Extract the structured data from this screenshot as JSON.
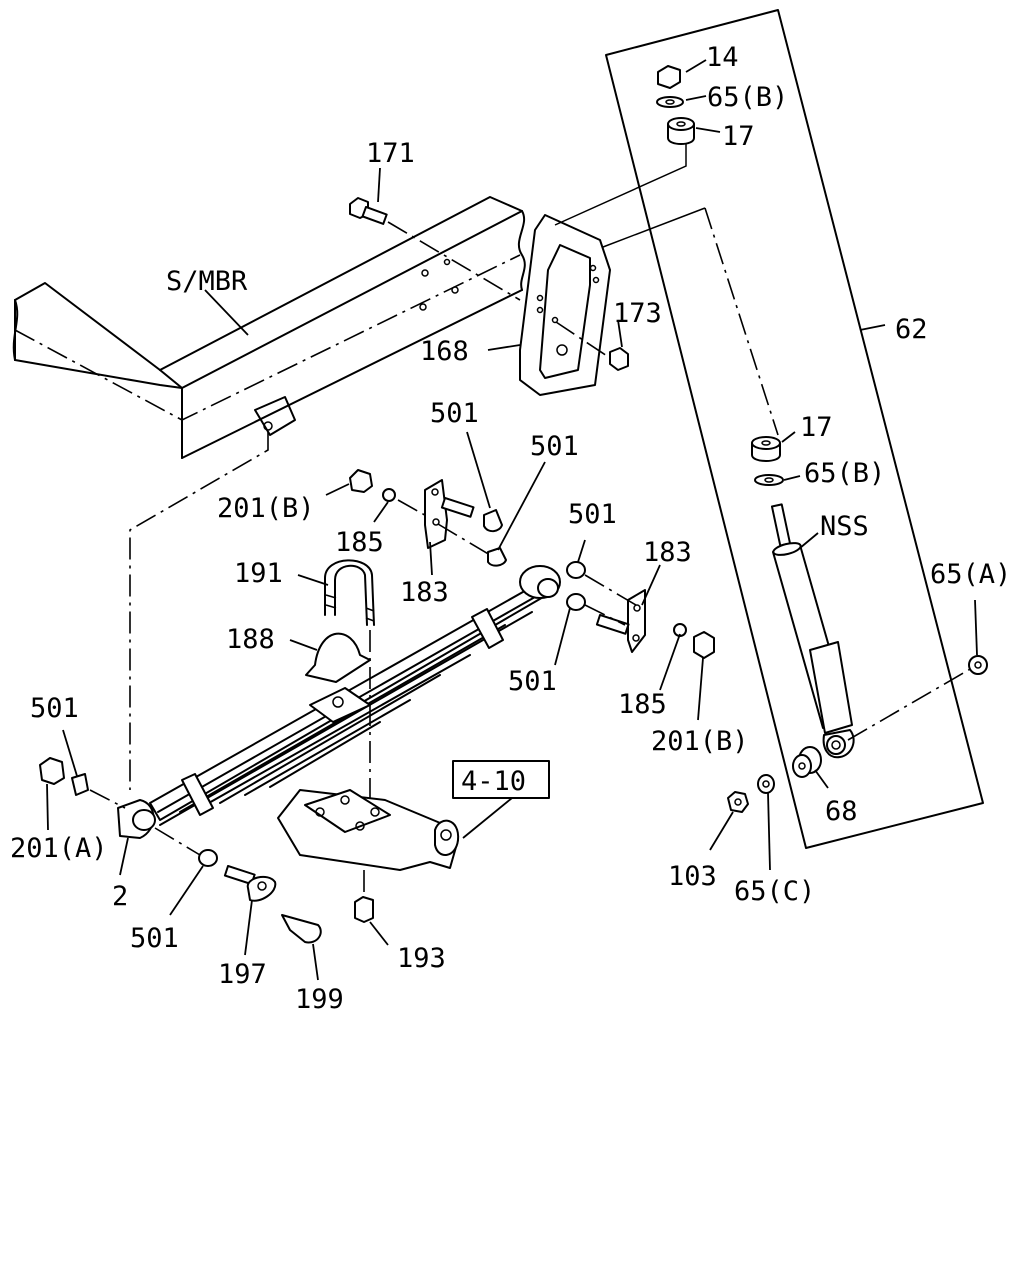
{
  "labels": {
    "l14": "14",
    "l65b_top": "65(B)",
    "l17_top": "17",
    "l171": "171",
    "lsmbr": "S/MBR",
    "l173": "173",
    "l168": "168",
    "l62": "62",
    "l501_a": "501",
    "l501_b": "501",
    "l17_mid": "17",
    "l65b_mid": "65(B)",
    "l201b_left": "201(B)",
    "l185_left": "185",
    "l183_left": "183",
    "l501_c": "501",
    "l183_right": "183",
    "lnss": "NSS",
    "l65a_right": "65(A)",
    "l191": "191",
    "l188": "188",
    "l501_d": "501",
    "l185_right": "185",
    "l201b_right": "201(B)",
    "l501_left": "501",
    "l201a": "201(A)",
    "l4_10": "4-10",
    "l2": "2",
    "l501_bottom": "501",
    "l197": "197",
    "l199": "199",
    "l193": "193",
    "l68": "68",
    "l103": "103",
    "l65c": "65(C)"
  }
}
